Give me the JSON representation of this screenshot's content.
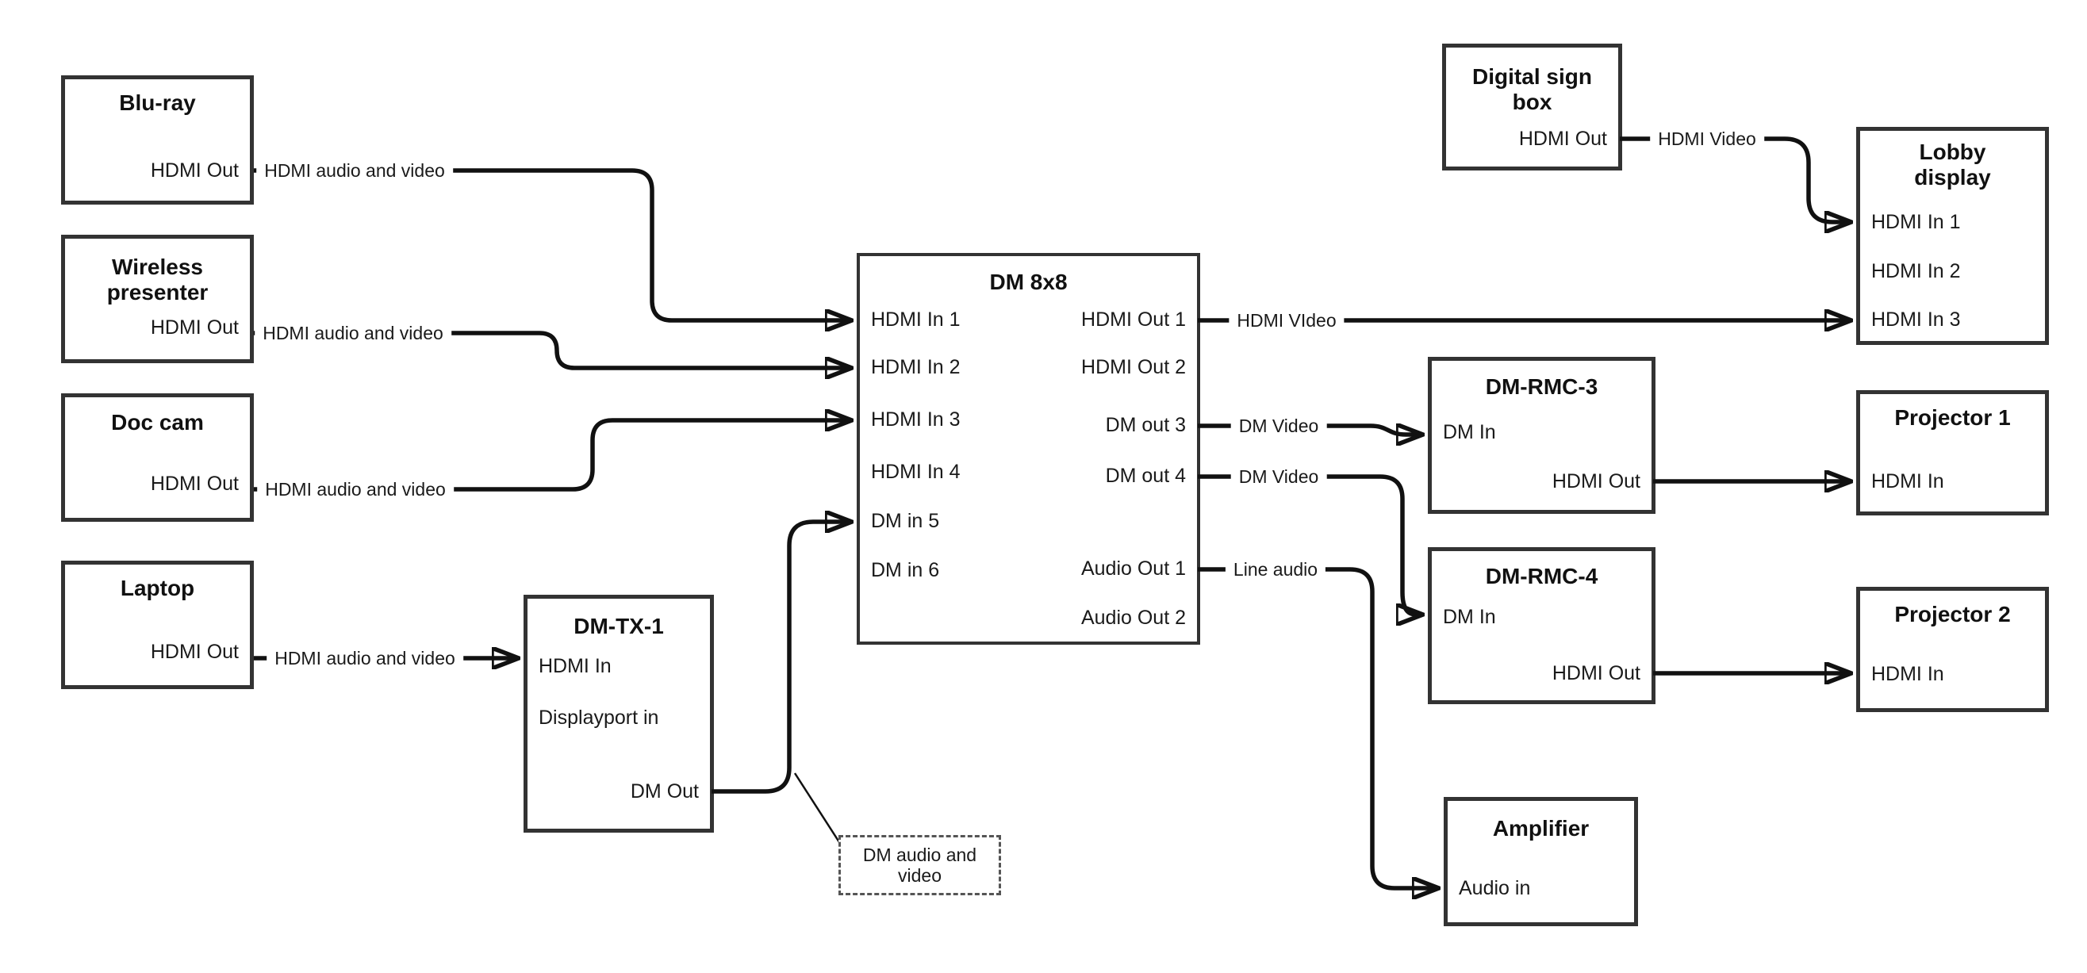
{
  "nodes": {
    "bluray": {
      "title": "Blu-ray",
      "hdmi_out": "HDMI Out"
    },
    "wireless_presenter": {
      "title": "Wireless presenter",
      "hdmi_out": "HDMI Out"
    },
    "doc_cam": {
      "title": "Doc cam",
      "hdmi_out": "HDMI Out"
    },
    "laptop": {
      "title": "Laptop",
      "hdmi_out": "HDMI Out"
    },
    "dm_tx_1": {
      "title": "DM-TX-1",
      "hdmi_in": "HDMI In",
      "displayport_in": "Displayport in",
      "dm_out": "DM Out"
    },
    "dm_8x8": {
      "title": "DM 8x8",
      "inputs": [
        "HDMI In 1",
        "HDMI In 2",
        "HDMI In 3",
        "HDMI In 4",
        "DM in 5",
        "DM in 6"
      ],
      "outputs": [
        "HDMI Out 1",
        "HDMI Out 2",
        "DM out 3",
        "DM out 4",
        "Audio Out 1",
        "Audio Out 2"
      ]
    },
    "digital_sign_box": {
      "title": "Digital sign box",
      "hdmi_out": "HDMI Out"
    },
    "lobby_display": {
      "title": "Lobby display",
      "inputs": [
        "HDMI In 1",
        "HDMI In 2",
        "HDMI In 3"
      ]
    },
    "dm_rmc_3": {
      "title": "DM-RMC-3",
      "dm_in": "DM In",
      "hdmi_out": "HDMI Out"
    },
    "dm_rmc_4": {
      "title": "DM-RMC-4",
      "dm_in": "DM In",
      "hdmi_out": "HDMI Out"
    },
    "projector_1": {
      "title": "Projector 1",
      "hdmi_in": "HDMI In"
    },
    "projector_2": {
      "title": "Projector 2",
      "hdmi_in": "HDMI In"
    },
    "amplifier": {
      "title": "Amplifier",
      "audio_in": "Audio in"
    }
  },
  "wire_labels": {
    "bluray_to_dm8x8": "HDMI audio and video",
    "wireless_to_dm8x8": "HDMI audio and video",
    "doccam_to_dm8x8": "HDMI audio and video",
    "laptop_to_dmtx1": "HDMI audio and video",
    "hdmiout1_to_lobby": "HDMI VIdeo",
    "signbox_to_lobby": "HDMI Video",
    "dmout3_to_rmc3": "DM Video",
    "dmout4_to_rmc4": "DM Video",
    "audioout1_to_amp": "Line audio"
  },
  "callout": {
    "text": "DM audio and video"
  },
  "colors": {
    "wire": "#111111",
    "box_border": "#333333",
    "text": "#1a1a1a",
    "background": "#ffffff"
  }
}
